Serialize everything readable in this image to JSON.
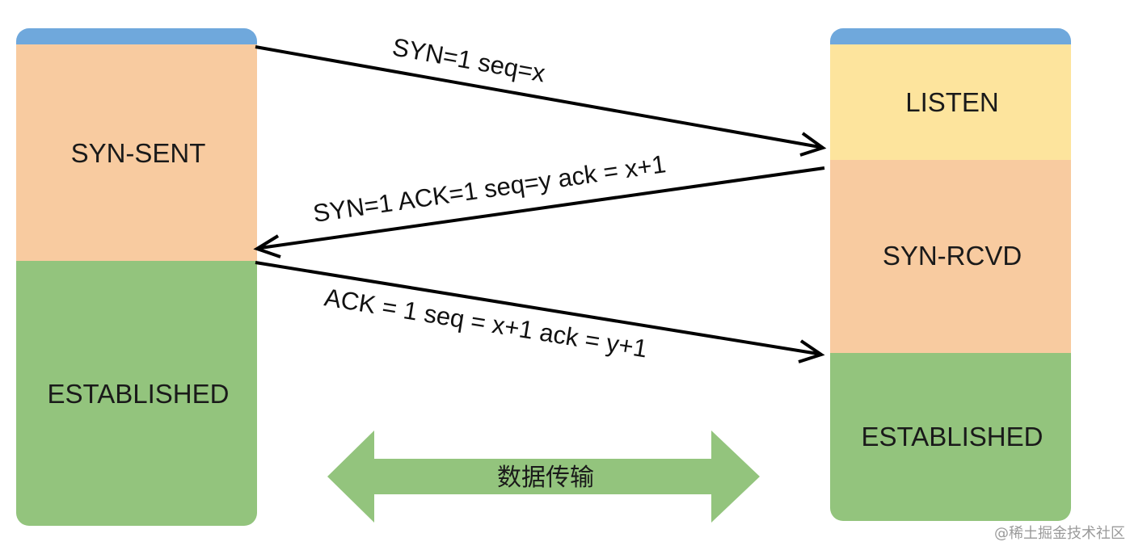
{
  "client": {
    "states": [
      {
        "label": "SYN-SENT",
        "color": "#F8CBA0"
      },
      {
        "label": "ESTABLISHED",
        "color": "#93C47D"
      }
    ],
    "header_color": "#6FA8DC"
  },
  "server": {
    "states": [
      {
        "label": "LISTEN",
        "color": "#FDE49D"
      },
      {
        "label": "SYN-RCVD",
        "color": "#F8CBA0"
      },
      {
        "label": "ESTABLISHED",
        "color": "#93C47D"
      }
    ],
    "header_color": "#6FA8DC"
  },
  "messages": [
    {
      "label": "SYN=1  seq=x",
      "direction": "client-to-server"
    },
    {
      "label": "SYN=1 ACK=1 seq=y ack = x+1",
      "direction": "server-to-client"
    },
    {
      "label": "ACK = 1 seq = x+1 ack = y+1",
      "direction": "client-to-server"
    }
  ],
  "data_transfer": {
    "label": "数据传输",
    "color": "#93C47D"
  },
  "watermark": "@稀土掘金技术社区"
}
